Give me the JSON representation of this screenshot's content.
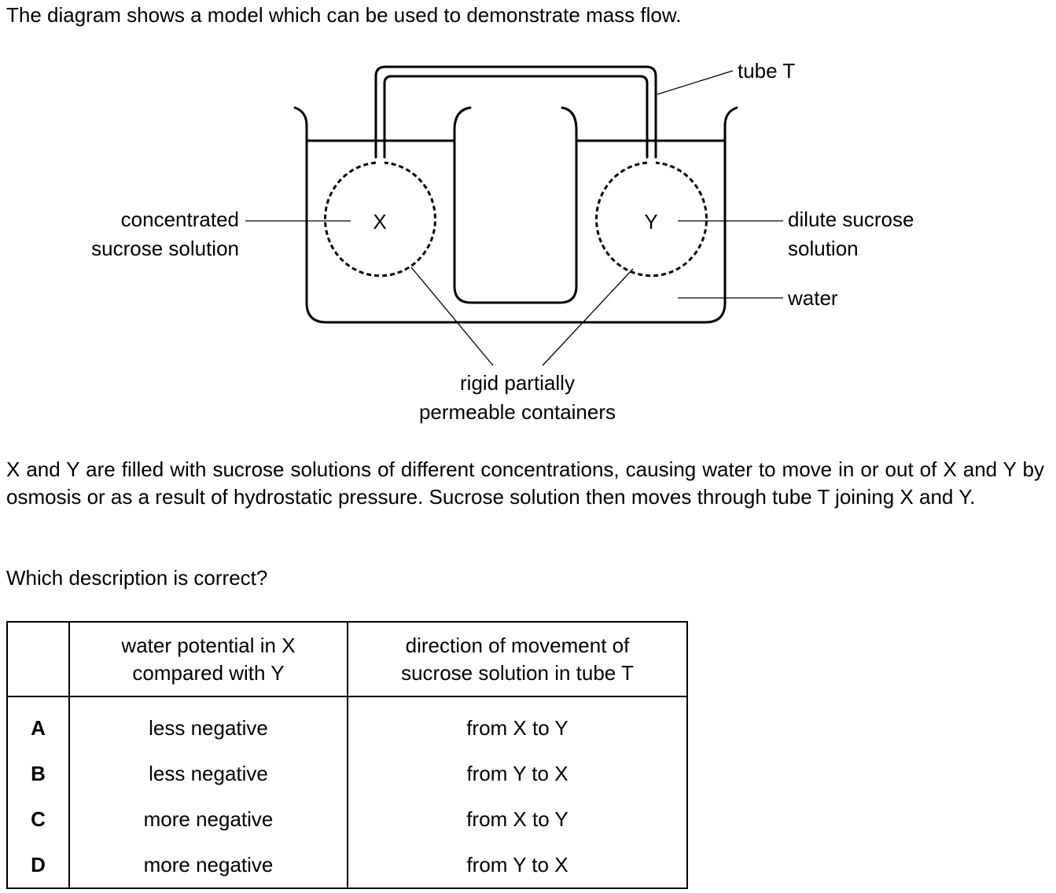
{
  "intro": "The diagram shows a model which can be used to demonstrate mass flow.",
  "diagram": {
    "labels": {
      "tube_t": "tube T",
      "concentrated_line1": "concentrated",
      "concentrated_line2": "sucrose solution",
      "x": "X",
      "y": "Y",
      "dilute_line1": "dilute sucrose",
      "dilute_line2": "solution",
      "water": "water",
      "containers_line1": "rigid partially",
      "containers_line2": "permeable containers"
    }
  },
  "paragraph": {
    "line1": "X and Y are filled with sucrose solutions of different concentrations, causing water to move in or",
    "line2": "out of X and Y by osmosis or as a result of hydrostatic pressure. Sucrose solution then moves",
    "line3": "through tube T joining X and Y."
  },
  "question": "Which description is correct?",
  "table": {
    "headers": {
      "col1": "",
      "col2_line1": "water potential in X",
      "col2_line2": "compared with Y",
      "col3_line1": "direction of movement of",
      "col3_line2": "sucrose solution in tube T"
    },
    "rows": [
      {
        "letter": "A",
        "water_potential": "less negative",
        "direction": "from X to Y"
      },
      {
        "letter": "B",
        "water_potential": "less negative",
        "direction": "from Y to X"
      },
      {
        "letter": "C",
        "water_potential": "more negative",
        "direction": "from X to Y"
      },
      {
        "letter": "D",
        "water_potential": "more negative",
        "direction": "from Y to X"
      }
    ]
  }
}
